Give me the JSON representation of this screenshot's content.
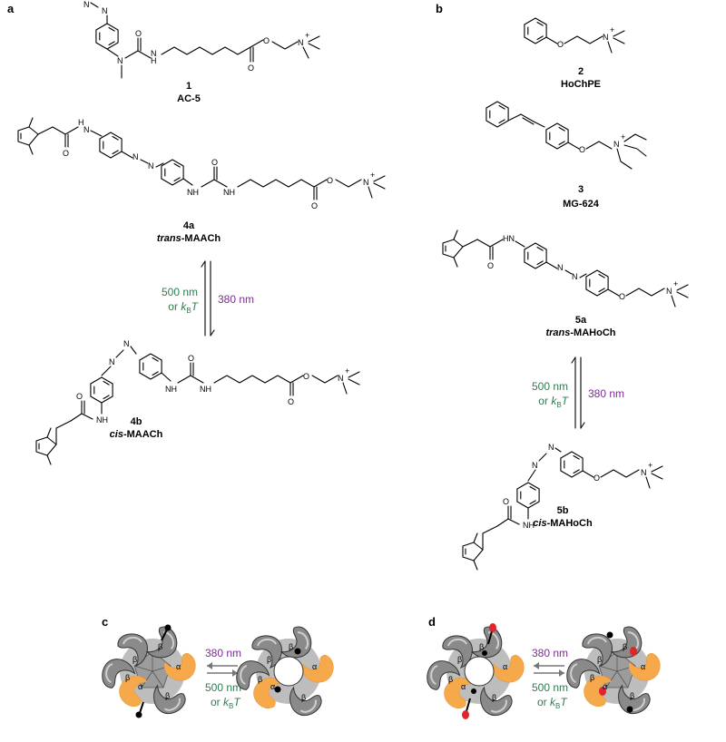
{
  "panels": {
    "a": "a",
    "b": "b",
    "c": "c",
    "d": "d"
  },
  "compounds": {
    "c1": {
      "number": "1",
      "name": "AC-5"
    },
    "c2": {
      "number": "2",
      "name": "HoChPE"
    },
    "c3": {
      "number": "3",
      "name": "MG-624"
    },
    "c4a": {
      "number": "4a",
      "prefix": "trans",
      "suffix": "-MAACh"
    },
    "c4b": {
      "number": "4b",
      "prefix": "cis",
      "suffix": "-MAACh"
    },
    "c5a": {
      "number": "5a",
      "prefix": "trans",
      "suffix": "-MAHoCh"
    },
    "c5b": {
      "number": "5b",
      "prefix": "cis",
      "suffix": "-MAHoCh"
    }
  },
  "atoms": {
    "N": "N",
    "NH": "NH",
    "HN": "HN",
    "H": "H",
    "O": "O",
    "N_plus": "N",
    "plus": "+"
  },
  "light": {
    "uv": "380 nm",
    "vis": "500 nm",
    "or": "or",
    "k": "k",
    "B": "B",
    "T": "T"
  },
  "subunits": {
    "alpha": "α",
    "beta": "β"
  },
  "colors": {
    "alpha": "#f5a94a",
    "beta": "#8a8a8a",
    "green": "#2e7d4f",
    "purple": "#7b2d8e",
    "tag": "#e0252b"
  }
}
